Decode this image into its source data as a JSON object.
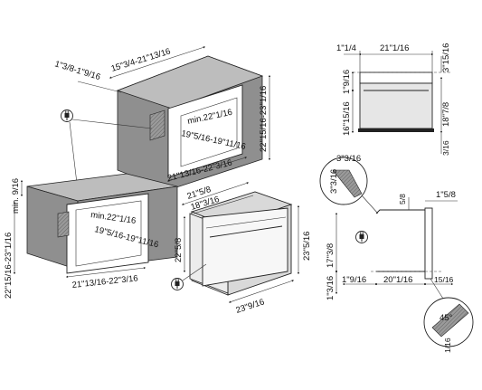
{
  "niche_column": {
    "width": "15\"3/4-21\"13/16",
    "depth": "1\"3/8-1\"9/16",
    "height": "22\"15/16-23\"1/16",
    "min_depth": "min.22\"1/16",
    "inner_height": "19\"5/16-19\"11/16",
    "bottom_width": "21\"13/16-22\"3/16"
  },
  "niche_under_counter": {
    "min_gap": "min. 9/16",
    "height": "22\"15/16-23\"1/16",
    "min_depth": "min.22\"1/16",
    "inner_height": "19\"5/16-19\"11/16",
    "bottom_width": "21\"13/16-22\"3/16"
  },
  "oven_3d": {
    "width": "21\"5/8",
    "inner_width": "18\"3/16",
    "height_left": "22\"5/8",
    "height_right": "23\"5/16",
    "depth": "23\"9/16"
  },
  "top_view": {
    "left_offset": "1\"1/4",
    "width": "21\"1/16",
    "right_offset": "3\"15/16",
    "handle_height": "1\"9/16",
    "front_height": "16\"15/16",
    "total_height": "18\"7/8",
    "bottom_offset": "3/16"
  },
  "side_view": {
    "detail_a": "3\"3/16",
    "detail_b": "3\"3/16",
    "top_small": "5/8",
    "right_offset": "1\"5/8",
    "height": "17\"3/8",
    "bottom_height": "1\"3/16",
    "bottom_left": "1\"9/16",
    "bottom_width": "20\"1/16",
    "bottom_right": "15/16",
    "angle": "45°",
    "corner_offset": "1/16"
  },
  "colors": {
    "panel": "#8f8f8f",
    "line": "#222222",
    "oven": "#d9d9d9"
  },
  "icons": [
    "electric-plug-icon"
  ]
}
